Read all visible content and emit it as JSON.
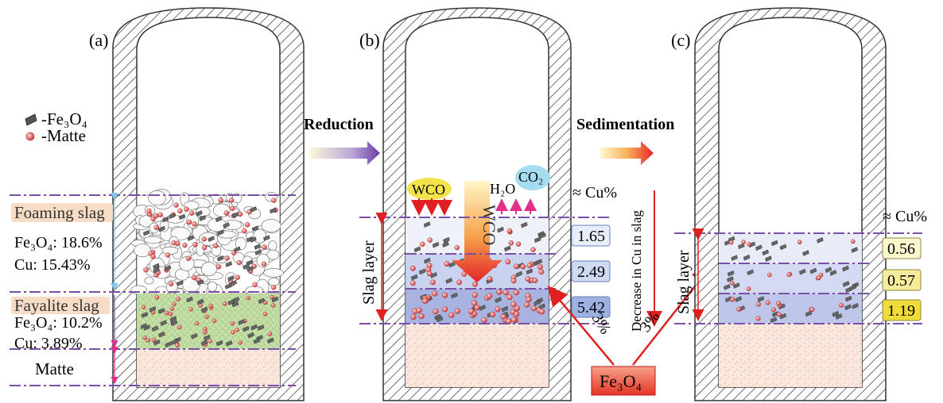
{
  "panels": {
    "a": {
      "label": "(a)",
      "legend": [
        {
          "icon": "fe3o4-particle-icon",
          "text": "-Fe₃O₄"
        },
        {
          "icon": "matte-droplet-icon",
          "text": "-Matte"
        }
      ],
      "layers": {
        "foaming": {
          "name": "Foaming slag",
          "fe3o4": "Fe₃O₄: 18.6%",
          "cu": "Cu: 15.43%"
        },
        "fayalite": {
          "name": "Fayalite slag",
          "fe3o4": "Fe₃O₄: 10.2%",
          "cu": "Cu: 3.89%"
        },
        "matte": {
          "name": "Matte"
        }
      }
    },
    "b": {
      "label": "(b)",
      "process": "Reduction",
      "reductant": "WCO",
      "down_arrow_text": "WCO",
      "gases": [
        "H₂O",
        "CO₂"
      ],
      "cu_header": "≈ Cu%",
      "cu_values": [
        "1.65",
        "2.49",
        "5.42"
      ],
      "slag_layer": "Slag layer",
      "fe3o4_percent": "3%"
    },
    "c": {
      "label": "(c)",
      "process": "Sedimentation",
      "decrease_note": "Decrease in Cu in slag",
      "cu_header": "≈ Cu%",
      "cu_values": [
        "0.56",
        "0.57",
        "1.19"
      ],
      "slag_layer": "Slag layer",
      "fe3o4_percent": "3%"
    }
  },
  "fe3o4_box": "Fe₃O₄",
  "colors": {
    "dashline": "#7b4fa8",
    "red": "#e02020",
    "pink": "#e0308a",
    "fayalite_green": "#b9d99a",
    "matte_fill": "#f7e0d6",
    "blue_box": "#cfd9f2",
    "yellow_box": "#f2e36a"
  }
}
